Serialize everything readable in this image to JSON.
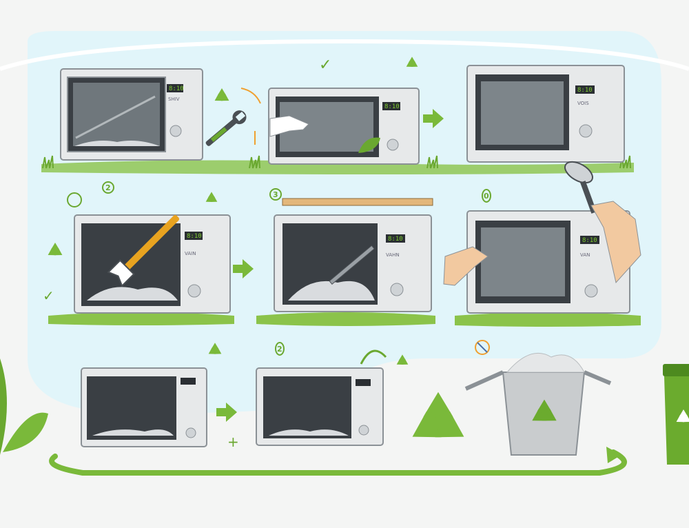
{
  "colors": {
    "accent_green": "#7ab93a",
    "dark_green": "#4d8a1f",
    "panel_blue": "#e1f5fa",
    "microwave_body": "#e7e9ea",
    "microwave_outline": "#8b9196",
    "screen_dark": "#3a3f44",
    "lcd_green": "#7ecb2e",
    "skin": "#f2c9a0",
    "bin_grey": "#c9ccce",
    "bin_green": "#6bab2e"
  },
  "steps": {
    "row1": [
      {
        "lcd": "8:10",
        "panel_label": "SHIV"
      },
      {
        "lcd": "8:10",
        "panel_label": ""
      },
      {
        "lcd": "8:10",
        "panel_label": "VOIS"
      }
    ],
    "row2": [
      {
        "lcd": "8:10",
        "panel_label": "VAIN"
      },
      {
        "lcd": "8:10",
        "panel_label": "VAHN"
      },
      {
        "lcd": "8:10",
        "panel_label": "VAN"
      }
    ],
    "row3": [
      {
        "lcd": "",
        "panel_label": ""
      },
      {
        "lcd": "",
        "panel_label": ""
      }
    ]
  },
  "markers": {
    "row2_first": "2",
    "row2_second": "3",
    "row2_third": "0",
    "row3_second": "2"
  },
  "icons": [
    "checkmark-icon",
    "recycle-icon",
    "wrench-icon",
    "arrow-icon",
    "hand-icon",
    "leaf-icon",
    "hammer-icon",
    "crowbar-icon",
    "scoop-icon",
    "recycle-bin-icon",
    "trash-bin-icon",
    "no-symbol-icon"
  ]
}
